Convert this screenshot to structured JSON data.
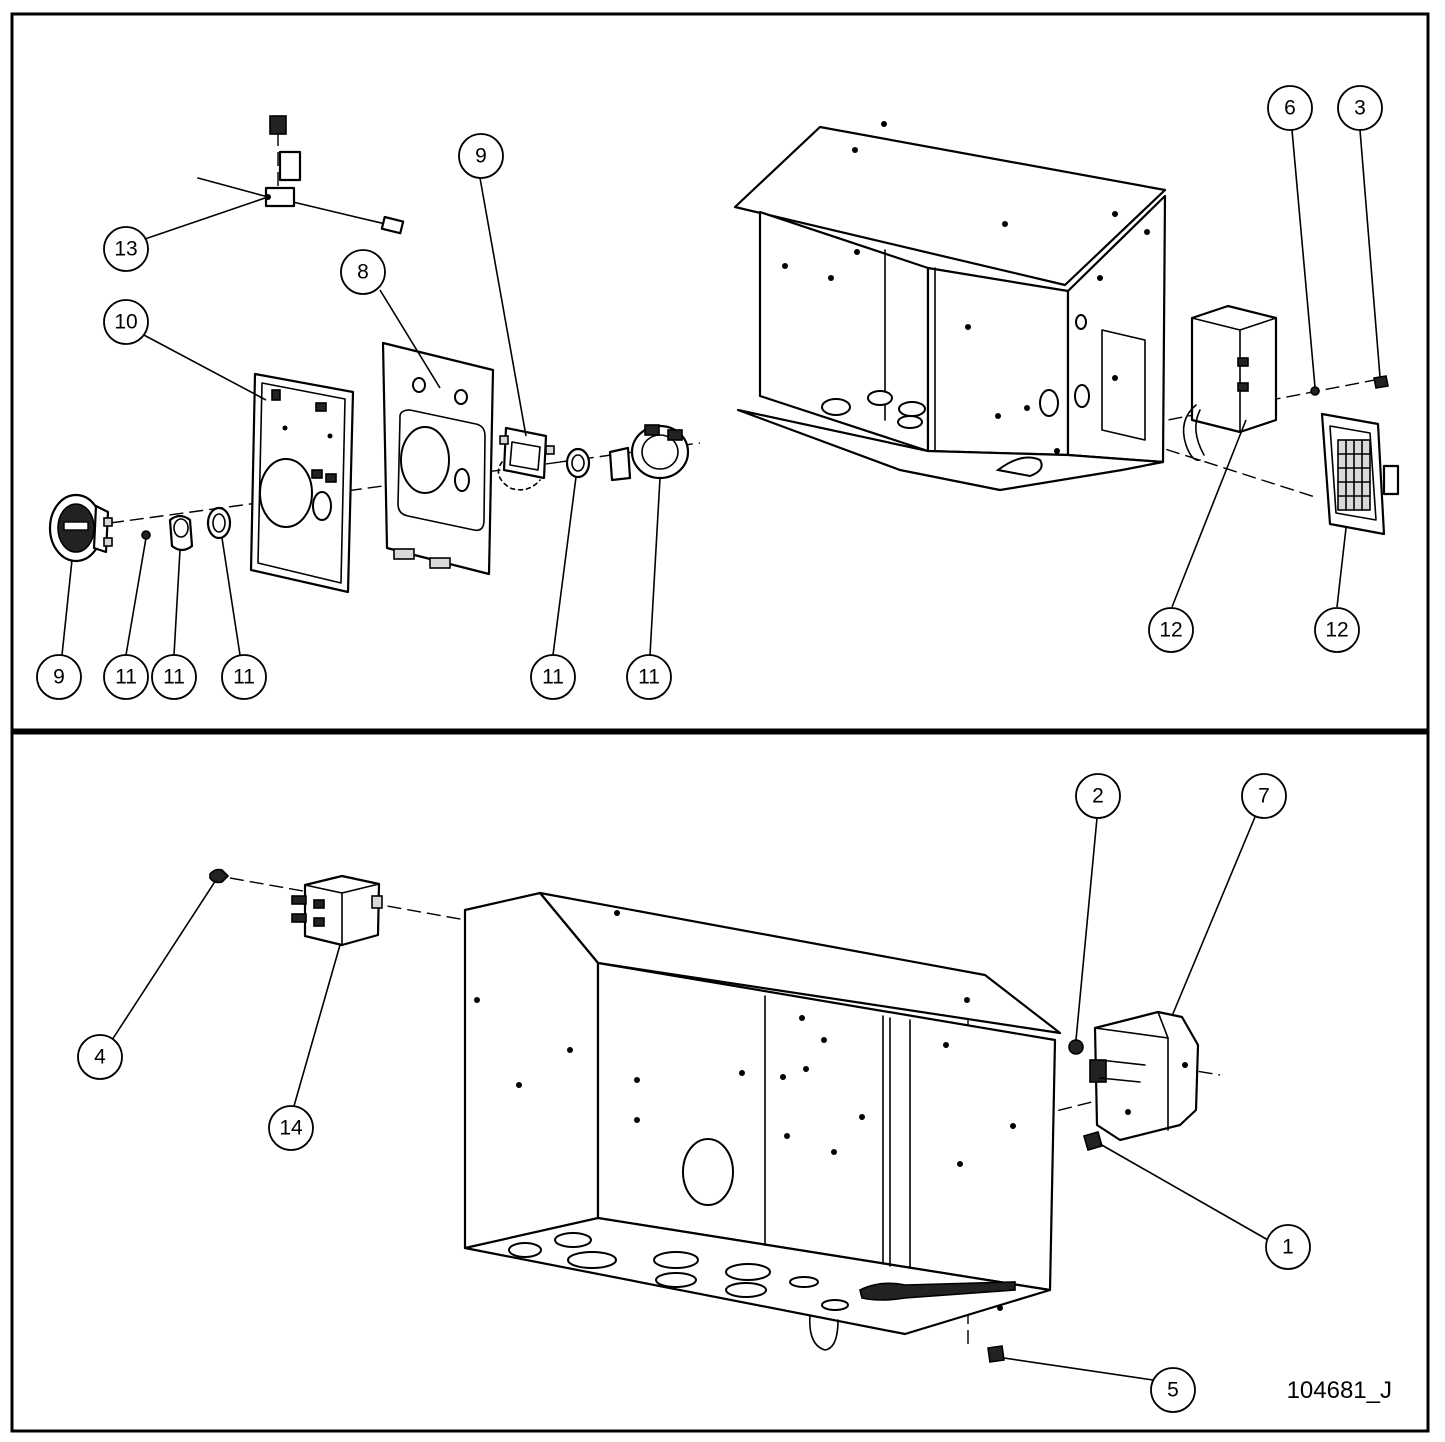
{
  "callouts": {
    "top_13": "13",
    "top_10": "10",
    "top_8": "8",
    "top_9_upper": "9",
    "top_9_lower": "9",
    "top_11_a": "11",
    "top_11_b": "11",
    "top_11_c": "11",
    "top_11_d": "11",
    "top_11_e": "11",
    "top_6": "6",
    "top_3": "3",
    "top_12_left": "12",
    "top_12_right": "12",
    "bottom_2": "2",
    "bottom_7": "7",
    "bottom_4": "4",
    "bottom_14": "14",
    "bottom_1": "1",
    "bottom_5": "5"
  },
  "drawing_number": "104681_J"
}
